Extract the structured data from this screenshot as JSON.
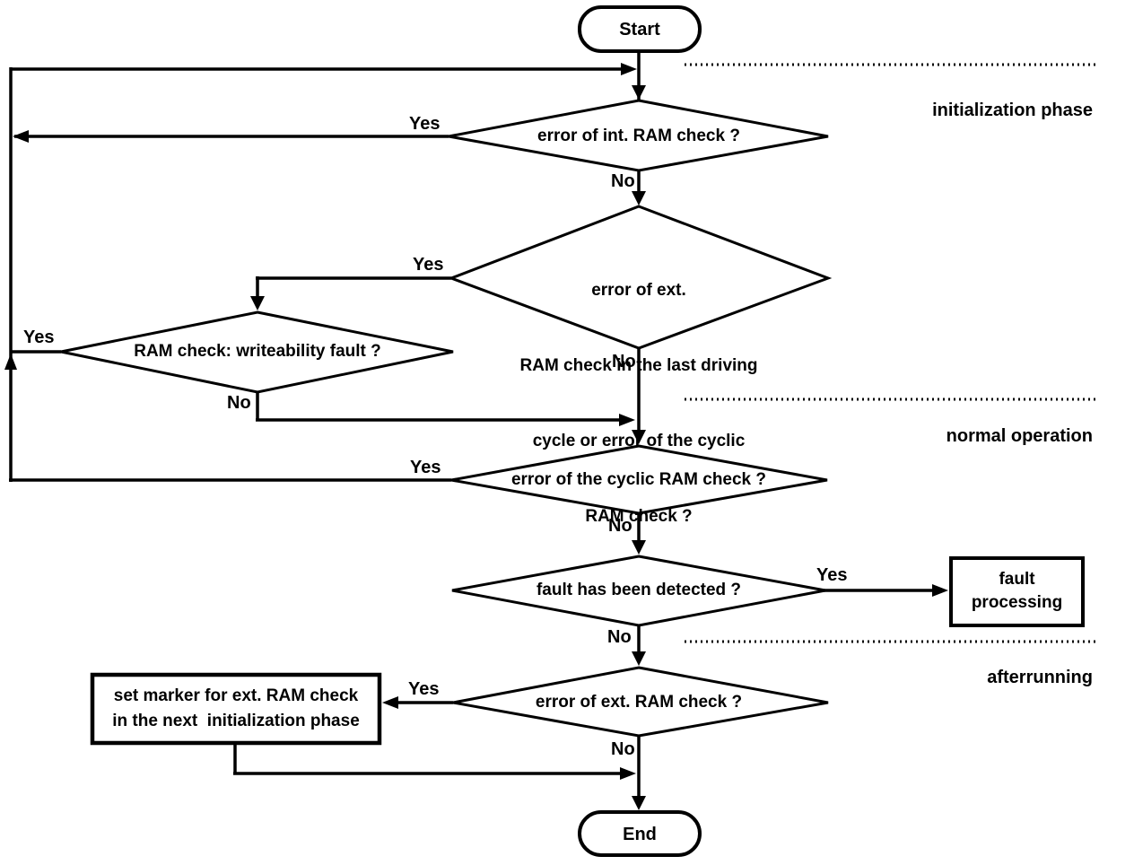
{
  "diagram": {
    "terminals": {
      "start": "Start",
      "end": "End"
    },
    "decisions": {
      "int_ram": "error of int. RAM check ?",
      "ext_ram_last_lines": [
        "error of ext.",
        "RAM check in the last driving",
        "cycle or error of the cyclic",
        "RAM check ?"
      ],
      "writeability": "RAM check: writeability fault ?",
      "cyclic_ram": "error of the cyclic RAM check ?",
      "fault_detected": "fault has been detected ?",
      "ext_ram": "error of ext. RAM check ?"
    },
    "processes": {
      "fault_processing_lines": [
        "fault",
        "processing"
      ],
      "set_marker_lines": [
        "set marker for ext. RAM check",
        "in the next  initialization phase"
      ]
    },
    "branch": {
      "yes": "Yes",
      "no": "No"
    },
    "phases": {
      "initialization": "initialization phase",
      "normal": "normal operation",
      "afterrunning": "afterrunning"
    },
    "colors": {
      "line": "#000000",
      "background": "#ffffff"
    }
  }
}
